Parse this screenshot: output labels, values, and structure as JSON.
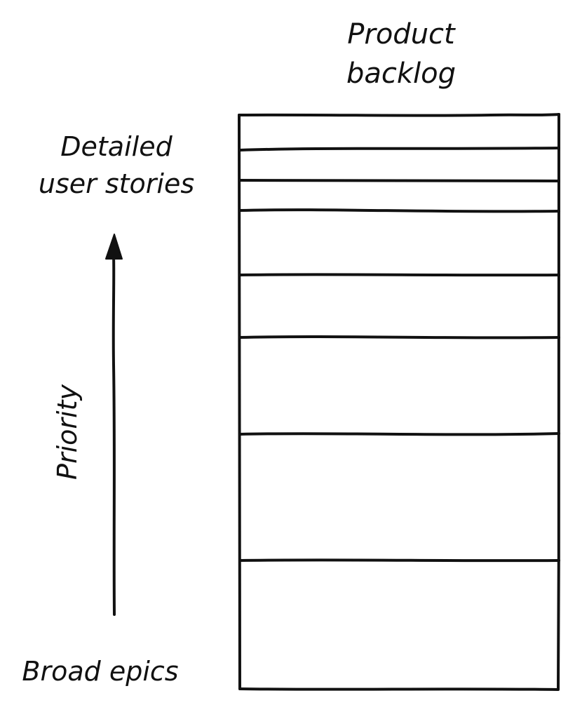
{
  "diagram": {
    "title_line1": "Product",
    "title_line2": "backlog",
    "top_label_line1": "Detailed",
    "top_label_line2": "user stories",
    "axis_label": "Priority",
    "bottom_label": "Broad epics"
  },
  "colors": {
    "ink": "#111111",
    "background": "#ffffff"
  }
}
